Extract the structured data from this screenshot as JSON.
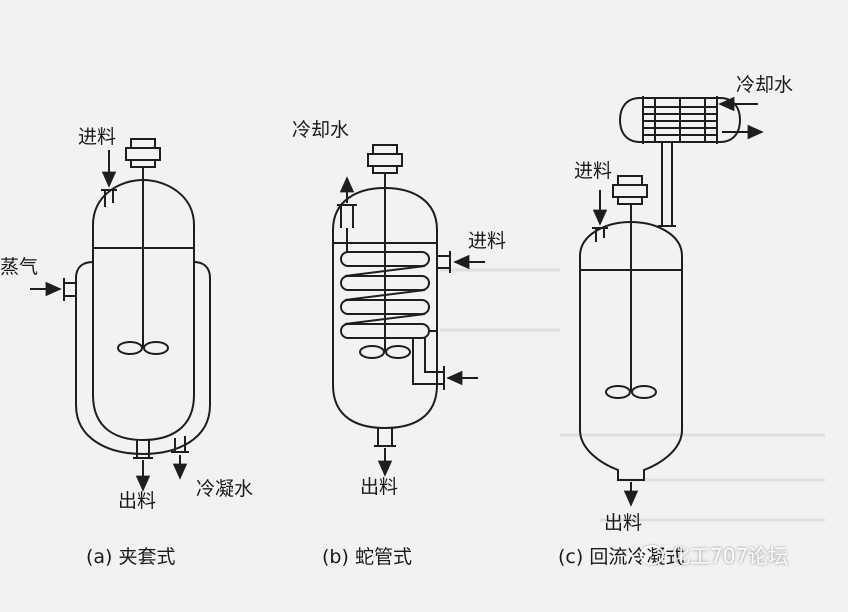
{
  "labels": {
    "a_feed": "进料",
    "a_steam": "蒸气",
    "a_outlet": "出料",
    "a_condensate": "冷凝水",
    "b_cooling_water": "冷却水",
    "b_feed": "进料",
    "b_outlet": "出料",
    "c_cooling_water": "冷却水",
    "c_feed": "进料",
    "c_outlet": "出料"
  },
  "captions": {
    "a_mark": "(a)",
    "a": "夹套式",
    "b_mark": "(b)",
    "b": "蛇管式",
    "c_mark": "(c)",
    "c": "回流冷凝式"
  },
  "watermark": {
    "text": "化工707论坛",
    "icon": "wechat-icon"
  },
  "colors": {
    "line": "#1e1e1e",
    "background": "#f2f2f0"
  }
}
